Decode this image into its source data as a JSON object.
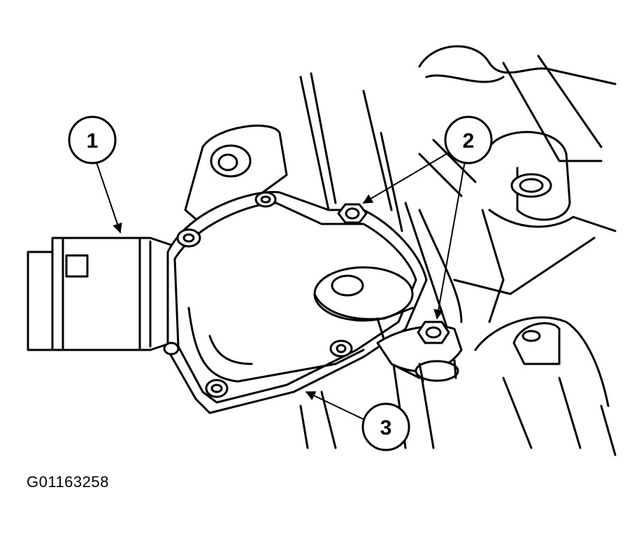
{
  "callouts": [
    {
      "id": "1",
      "label": "1"
    },
    {
      "id": "2",
      "label": "2"
    },
    {
      "id": "3",
      "label": "3"
    }
  ],
  "figure_id": "G01163258",
  "colors": {
    "line": "#000000",
    "background": "#ffffff"
  }
}
